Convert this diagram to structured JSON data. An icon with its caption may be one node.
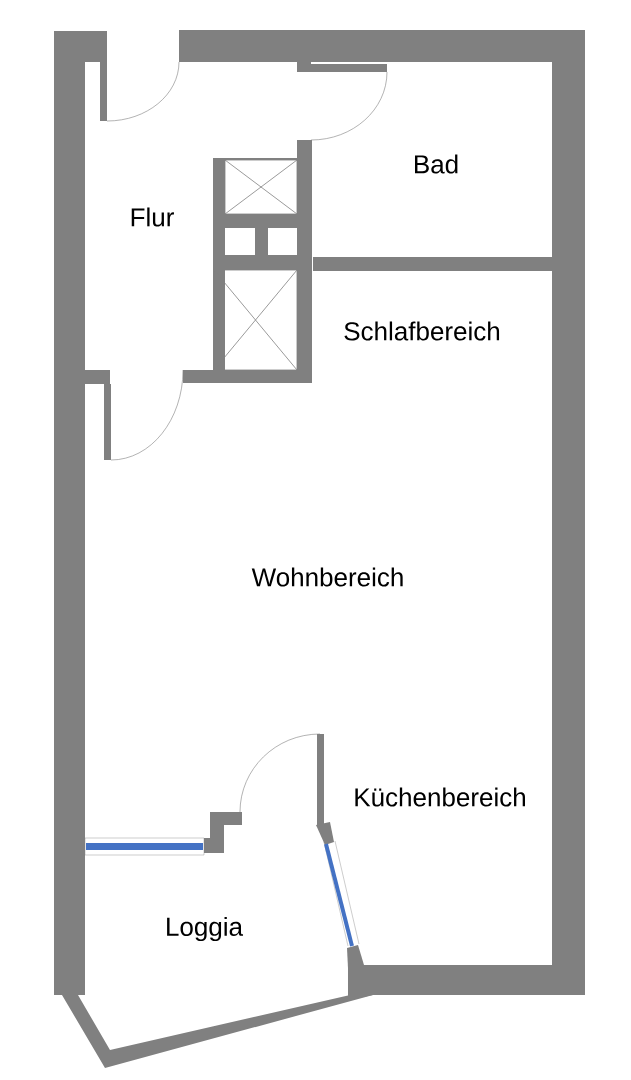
{
  "diagram": {
    "labels": [
      "Bad",
      "Flur",
      "Schlafbereich",
      "Wohnbereich",
      "Küchenbereich",
      "Loggia"
    ]
  }
}
